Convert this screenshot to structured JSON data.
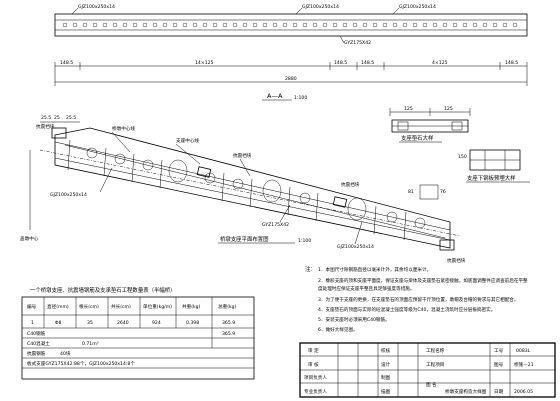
{
  "top_view": {
    "bearing_labels": [
      "GJZ100x250x14",
      "GJZ100x250x14",
      "GJZ100x250x14"
    ],
    "bearing_label_center": "GYZ175X42",
    "dims": [
      "148.5",
      "14×125",
      "148.5",
      "148.5",
      "4×125",
      "148.5"
    ],
    "total": "2880"
  },
  "section": {
    "title": "A—A",
    "scale": "1:100",
    "dim_left": "125",
    "dim_right": "125",
    "detail_label": "支座垫石大样",
    "detail_label_2": "支座下钢板预埋大样",
    "h_150": "150",
    "dim_76": "76",
    "dim_81": "81"
  },
  "plan": {
    "dims_top": [
      "25.5",
      "25",
      "25.5"
    ],
    "labels": [
      "抗震挡块",
      "桥墩中心线",
      "支座中心线",
      "抗震挡块",
      "抗震挡块",
      "抗震挡块"
    ],
    "bearing_bottom": "GJZ100x250x14",
    "bearing_mid": "GYZ175X42",
    "bearing_mid2": "GJZ100x250x14",
    "caption": "桥墩支座平面布置图",
    "caption_scale": "1:100",
    "left_tag": "盖墩中心"
  },
  "quantity_table": {
    "title": "一个桥墩支座、抗震墙钢筋及支承垫石工程数量表（半幅桥）",
    "headers": [
      "编号",
      "直径(mm)",
      "根长(cm)",
      "共长(cm)",
      "单位重(kg/m)",
      "共重(kg)",
      "总重(kg)"
    ],
    "rows": [
      [
        "1",
        "Φ8",
        "35",
        "2640",
        "924",
        "0.398",
        "365.9"
      ]
    ],
    "c40_label": "C40钢筋",
    "c40_value": "365.9",
    "concrete_label": "C40混凝土",
    "concrete_value": "0.71m³",
    "anchor_label": "抗震钢筋",
    "anchor_value": "40块",
    "bearing_note": "板式支座GYZ175X42:88个，GJZ100x250x14:8个"
  },
  "notes": {
    "title": "注：",
    "lines": [
      "1．本图尺寸除钢筋直径以毫米计外，其余均以厘米计。",
      "2．橡胶支座的顶和支座平面度，保证支座与梁体及支座垫石紧密接触，如底面调整件应调查前后在平整",
      "   度处理时应保证支座平整且具足够强度等措施。",
      "3．为了便于支座的更换，在支座垫石的顶面应预留千斤顶位置，墩帽及台帽的要求与其它相配合。",
      "4．支座垫石的顶面与实际的砼混凝土强度等级为C40，混凝土浇筑时应分层振捣密实。",
      "5．安装支座时必须采用C40钢筋。",
      "6．做好大样见图。"
    ]
  },
  "title_block": {
    "design": "审  定",
    "review": "审  核",
    "check": "项目负责人",
    "proj_head": "专业负责人",
    "col2": [
      "校核",
      "设计",
      "制图",
      "描图"
    ],
    "project_name_label": "工程名称",
    "project_label": "工程项目",
    "drawing_name_label": "图  名",
    "drawing_name": "桥墩支座构造大样图",
    "job_label": "工号",
    "job_no": "0083L",
    "sheet_label": "图号",
    "sheet_no": "桥施—21",
    "date_label": "日期",
    "date": "2006.05"
  }
}
